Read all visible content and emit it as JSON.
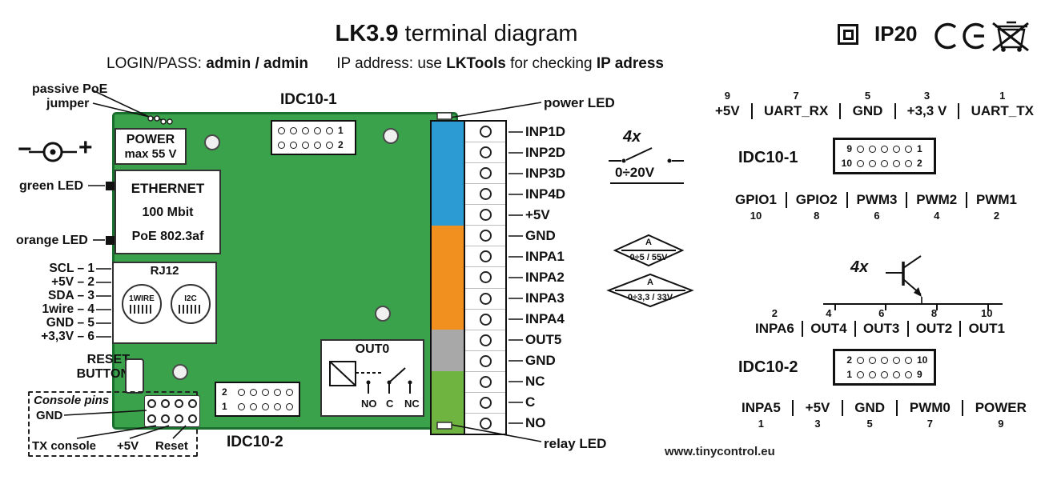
{
  "header": {
    "title_model": "LK3.9",
    "title_rest": " terminal diagram",
    "login_label": "LOGIN/PASS: ",
    "login_value": "admin / admin",
    "ip_label": "IP address: use ",
    "ip_tool": "LKTools",
    "ip_mid": " for checking ",
    "ip_end": "IP adress"
  },
  "badges": {
    "ip20": "IP20"
  },
  "board": {
    "idc1_label": "IDC10-1",
    "idc2_label": "IDC10-2",
    "idc1_pin_row1": "1",
    "idc1_pin_row2": "2",
    "idc2_pin_row1": "2",
    "idc2_pin_row2": "1",
    "out0_label": "OUT0",
    "out0_no": "NO",
    "out0_c": "C",
    "out0_nc": "NC"
  },
  "left": {
    "poe_line1": "passive PoE",
    "poe_line2": "jumper",
    "minus": "−",
    "plus": "+",
    "power_line1": "POWER",
    "power_line2": "max 55 V",
    "green_led": "green LED",
    "eth_line1": "ETHERNET",
    "eth_line2": "100 Mbit",
    "eth_line3": "PoE 802.3af",
    "orange_led": "orange LED",
    "rj12_label": "RJ12",
    "rj12_pins": [
      "SCL – 1",
      "+5V – 2",
      "SDA – 3",
      "1wire – 4",
      "GND – 5",
      "+3,3V – 6"
    ],
    "onewire_label": "1WIRE",
    "i2c_label": "I2C",
    "reset_line1": "RESET",
    "reset_line2": "BUTTON",
    "console_label": "Console pins",
    "console_gnd": "GND",
    "console_tx": "TX console",
    "console_5v": "+5V",
    "console_reset": "Reset"
  },
  "terminals": {
    "labels": [
      "INP1D",
      "INP2D",
      "INP3D",
      "INP4D",
      "+5V",
      "GND",
      "INPA1",
      "INPA2",
      "INPA3",
      "INPA4",
      "OUT5",
      "GND",
      "NC",
      "C",
      "NO"
    ]
  },
  "callouts": {
    "power_led": "power LED",
    "relay_led": "relay LED"
  },
  "annotations": {
    "switch_count": "4x",
    "switch_range": "0÷20V",
    "diamond1_letter": "A",
    "diamond1_range": "0÷5 / 55V",
    "diamond2_letter": "A",
    "diamond2_range": "0÷3,3 / 33V",
    "transistor_count": "4x"
  },
  "panel": {
    "idc1": {
      "label": "IDC10-1",
      "top_cells": [
        {
          "num": "9",
          "label": "+5V"
        },
        {
          "num": "7",
          "label": "UART_RX"
        },
        {
          "num": "5",
          "label": "GND"
        },
        {
          "num": "3",
          "label": "+3,3 V"
        },
        {
          "num": "1",
          "label": "UART_TX"
        }
      ],
      "conn": {
        "tl": "9",
        "tr": "1",
        "bl": "10",
        "br": "2"
      },
      "bottom_cells": [
        {
          "label": "GPIO1",
          "num": "10"
        },
        {
          "label": "GPIO2",
          "num": "8"
        },
        {
          "label": "PWM3",
          "num": "6"
        },
        {
          "label": "PWM2",
          "num": "4"
        },
        {
          "label": "PWM1",
          "num": "2"
        }
      ]
    },
    "mid_cells": [
      {
        "num": "2",
        "label": "INPA6"
      },
      {
        "num": "4",
        "label": "OUT4"
      },
      {
        "num": "6",
        "label": "OUT3"
      },
      {
        "num": "8",
        "label": "OUT2"
      },
      {
        "num": "10",
        "label": "OUT1"
      }
    ],
    "idc2": {
      "label": "IDC10-2",
      "conn": {
        "tl": "2",
        "tr": "10",
        "bl": "1",
        "br": "9"
      },
      "bottom_cells": [
        {
          "label": "INPA5",
          "num": "1"
        },
        {
          "label": "+5V",
          "num": "3"
        },
        {
          "label": "GND",
          "num": "5"
        },
        {
          "label": "PWM0",
          "num": "7"
        },
        {
          "label": "POWER",
          "num": "9"
        }
      ]
    },
    "website": "www.tinycontrol.eu"
  }
}
